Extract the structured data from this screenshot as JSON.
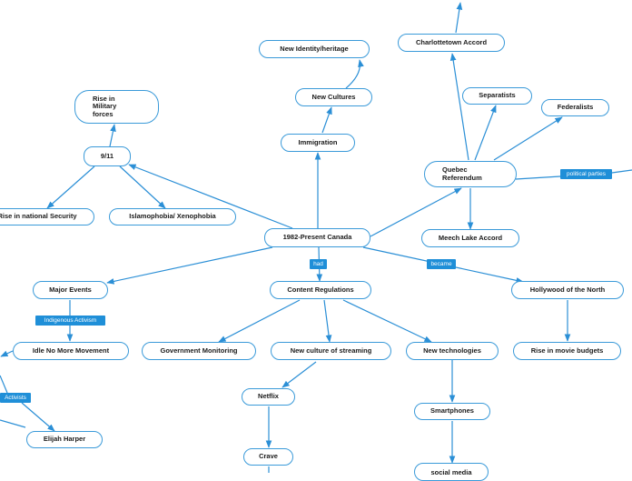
{
  "nodes": {
    "central": "1982-Present Canada",
    "nine_eleven": "9/11",
    "military": "Rise in\nMilitary\nforces",
    "national_security": "Rise in national Security",
    "islamophobia": "Islamophobia/ Xenophobia",
    "immigration": "Immigration",
    "new_cultures": "New Cultures",
    "new_identity": "New Identity/heritage",
    "charlottetown": "Charlottetown Accord",
    "separatists": "Separatists",
    "federalists": "Federalists",
    "quebec": "Quebec\nReferendum",
    "meech_lake": "Meech Lake Accord",
    "major_events": "Major Events",
    "content_regulations": "Content Regulations",
    "hollywood_north": "Hollywood of the North",
    "idle_no_more": "Idle No More Movement",
    "gov_monitoring": "Government Monitoring",
    "streaming_culture": "New culture of streaming",
    "new_tech": "New technologies",
    "movie_budgets": "Rise in movie budgets",
    "netflix": "Netflix",
    "smartphones": "Smartphones",
    "elijah_harper": "Elijah Harper",
    "crave": "Crave",
    "social_media": "social media"
  },
  "labels": {
    "had": "had",
    "became": "became",
    "political_parties": "political parties",
    "indigenous_activism": "Indigenous Activism",
    "activists": "Activists"
  }
}
